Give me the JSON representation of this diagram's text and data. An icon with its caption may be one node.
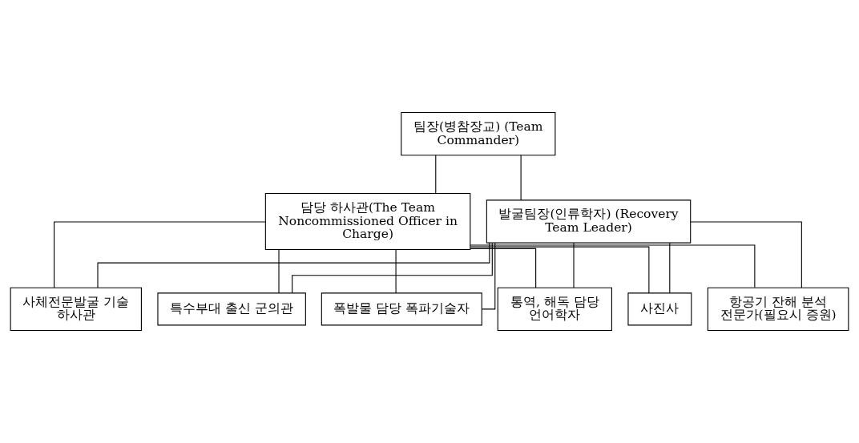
{
  "diagram": {
    "nodes": [
      {
        "text": [
          "팀장(병참장교) (Team Commander)"
        ]
      },
      {
        "text": [
          "담당 하사관(The Team Noncommissioned Officer in Charge)"
        ]
      },
      {
        "text": [
          "발굴팀장(인류학자) (Recovery Team Leader)"
        ]
      },
      {
        "text": [
          "사체전문발굴 기술 하사관"
        ]
      },
      {
        "text": [
          "특수부대 출신 군의관"
        ]
      },
      {
        "text": [
          "폭발물 담당 폭파기술자"
        ]
      },
      {
        "text": [
          "통역, 해독 담당 언어학자"
        ]
      },
      {
        "text": [
          "사진사"
        ]
      },
      {
        "text": [
          "항공기 잔해 분석 전문가(필요시 증원)"
        ]
      }
    ],
    "edges": [
      {
        "from": 0,
        "to": 1,
        "arrow": "none"
      },
      {
        "from": 0,
        "to": 2,
        "arrow": "none"
      },
      {
        "from": 1,
        "to": 3,
        "arrow": "none"
      },
      {
        "from": 1,
        "to": 4,
        "arrow": "none"
      },
      {
        "from": 1,
        "to": 5,
        "arrow": "none"
      },
      {
        "from": 1,
        "to": 6,
        "arrow": "none"
      },
      {
        "from": 1,
        "to": 7,
        "arrow": "none"
      },
      {
        "from": 1,
        "to": 8,
        "arrow": "none"
      },
      {
        "from": 2,
        "to": 3,
        "arrow": "none"
      },
      {
        "from": 2,
        "to": 4,
        "arrow": "none"
      },
      {
        "from": 2,
        "to": 5,
        "arrow": "none"
      },
      {
        "from": 2,
        "to": 6,
        "arrow": "none"
      },
      {
        "from": 2,
        "to": 7,
        "arrow": "none"
      },
      {
        "from": 2,
        "to": 8,
        "arrow": "none"
      }
    ]
  }
}
